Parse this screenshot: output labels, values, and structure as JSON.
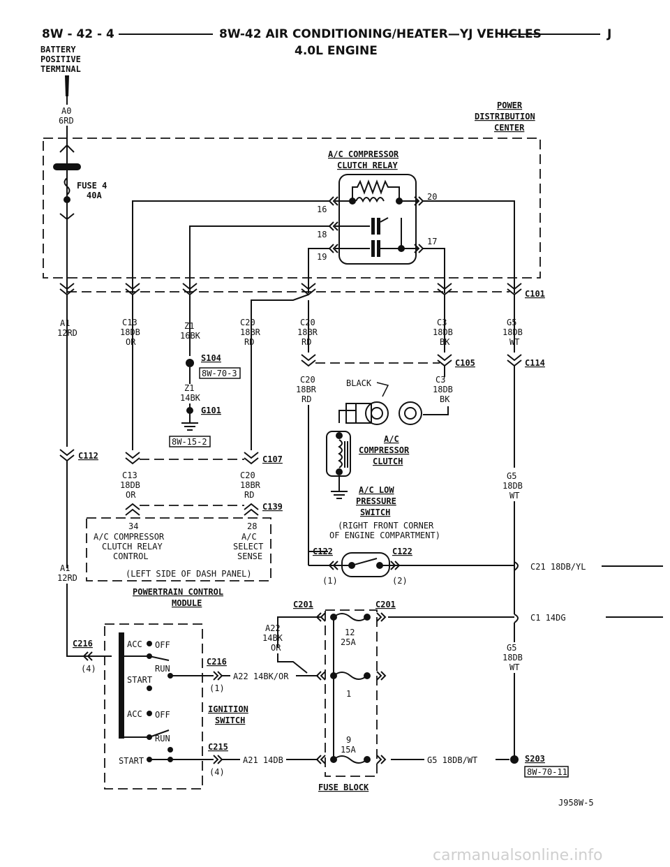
{
  "header": {
    "page_ref": "8W - 42 - 4",
    "title": "8W-42 AIR CONDITIONING/HEATER—YJ VEHICLES",
    "letter": "J",
    "subtitle": "4.0L ENGINE"
  },
  "labels": {
    "battery": [
      "BATTERY",
      "POSITIVE",
      "TERMINAL"
    ],
    "pdc": [
      "POWER",
      "DISTRIBUTION",
      "CENTER"
    ],
    "relay": [
      "A/C COMPRESSOR",
      "CLUTCH RELAY"
    ],
    "fuse4": [
      "FUSE 4",
      "40A"
    ],
    "compressor_clutch": [
      "A/C",
      "COMPRESSOR",
      "CLUTCH"
    ],
    "low_pressure": [
      "A/C LOW",
      "PRESSURE",
      "SWITCH"
    ],
    "low_pressure_loc": [
      "(RIGHT FRONT CORNER",
      "OF ENGINE COMPARTMENT)"
    ],
    "pcm_left": [
      "A/C COMPRESSOR",
      "CLUTCH RELAY",
      "CONTROL"
    ],
    "pcm_right": [
      "A/C",
      "SELECT",
      "SENSE"
    ],
    "pcm_note": "(LEFT SIDE OF DASH PANEL)",
    "pcm": [
      "POWERTRAIN CONTROL",
      "MODULE"
    ],
    "ignition": [
      "IGNITION",
      "SWITCH"
    ],
    "fuse_block": "FUSE BLOCK",
    "black": "BLACK",
    "fig_id": "J958W-5",
    "watermark": "carmanualsonline.info"
  },
  "wires": {
    "a0": [
      "A0",
      "6RD"
    ],
    "a1": [
      "A1",
      "12RD"
    ],
    "a1b": [
      "A1",
      "12RD"
    ],
    "c13": [
      "C13",
      "18DB",
      "OR"
    ],
    "c13b": [
      "C13",
      "18DB",
      "OR"
    ],
    "z1": [
      "Z1",
      "16BK"
    ],
    "z1b": [
      "Z1",
      "14BK"
    ],
    "c20a": [
      "C20",
      "18BR",
      "RD"
    ],
    "c20b": [
      "C20",
      "18BR",
      "RD"
    ],
    "c20c": [
      "C20",
      "18BR",
      "RD"
    ],
    "c20d": [
      "C20",
      "18BR",
      "RD"
    ],
    "c3": [
      "C3",
      "18DB",
      "BK"
    ],
    "c3b": [
      "C3",
      "18DB",
      "BK"
    ],
    "g5a": [
      "G5",
      "18DB",
      "WT"
    ],
    "g5b": [
      "G5",
      "18DB",
      "WT"
    ],
    "g5c": [
      "G5",
      "18DB",
      "WT"
    ],
    "a22": [
      "A22",
      "14BK",
      "OR"
    ],
    "c21": "C21 18DB/YL",
    "c1": "C1 14DG",
    "a22h": "A22 14BK/OR",
    "a21": "A21 14DB",
    "g5h": "G5 18DB/WT"
  },
  "connectors": {
    "c101": "C101",
    "c105": "C105",
    "c114": "C114",
    "c112": "C112",
    "c107": "C107",
    "c139": "C139",
    "c122a": "C122",
    "c122b": "C122",
    "c201a": "C201",
    "c201b": "C201",
    "c216a": "C216",
    "c216b": "C216",
    "c215": "C215",
    "s104": "S104",
    "g101": "G101",
    "s203": "S203"
  },
  "refs": {
    "r1": "8W-70-3",
    "r2": "8W-15-2",
    "r3": "8W-70-11"
  },
  "pins": {
    "p16": "16",
    "p18": "18",
    "p19": "19",
    "p20": "20",
    "p17": "17",
    "p34": "34",
    "p28": "28",
    "p1a": "(1)",
    "p2": "(2)",
    "p4a": "(4)",
    "p1b": "(1)",
    "p4b": "(4)"
  },
  "fuses": {
    "f12": [
      "12",
      "25A"
    ],
    "f1": "1",
    "f9": [
      "9",
      "15A"
    ]
  },
  "switch_pos": {
    "acc1": "ACC",
    "off1": "OFF",
    "run1": "RUN",
    "start1": "START",
    "acc2": "ACC",
    "off2": "OFF",
    "run2": "RUN",
    "start2": "START"
  }
}
